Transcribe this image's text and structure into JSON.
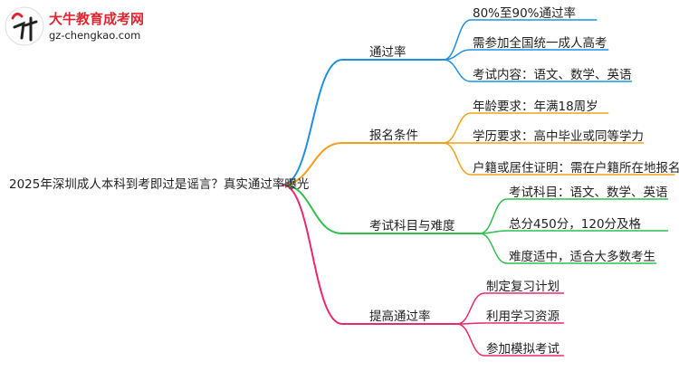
{
  "logo": {
    "name": "大牛教育成考网",
    "url": "gz-chengkao.com"
  },
  "root": "2025年深圳成人本科到考即过是谣言？真实通过率曝光",
  "branches": [
    {
      "label": "通过率",
      "color": "#1f8fe6",
      "items": [
        "80%至90%通过率",
        "需参加全国统一成人高考",
        "考试内容：语文、数学、英语"
      ]
    },
    {
      "label": "报名条件",
      "color": "#f2a01c",
      "items": [
        "年龄要求：年满18周岁",
        "学历要求：高中毕业或同等学力",
        "户籍或居住证明：需在户籍所在地报名"
      ]
    },
    {
      "label": "考试科目与难度",
      "color": "#2fbf4e",
      "items": [
        "考试科目：语文、数学、英语",
        "总分450分，120分及格",
        "难度适中，适合大多数考生"
      ]
    },
    {
      "label": "提高通过率",
      "color": "#e8296e",
      "items": [
        "制定复习计划",
        "利用学习资源",
        "参加模拟考试"
      ]
    }
  ]
}
